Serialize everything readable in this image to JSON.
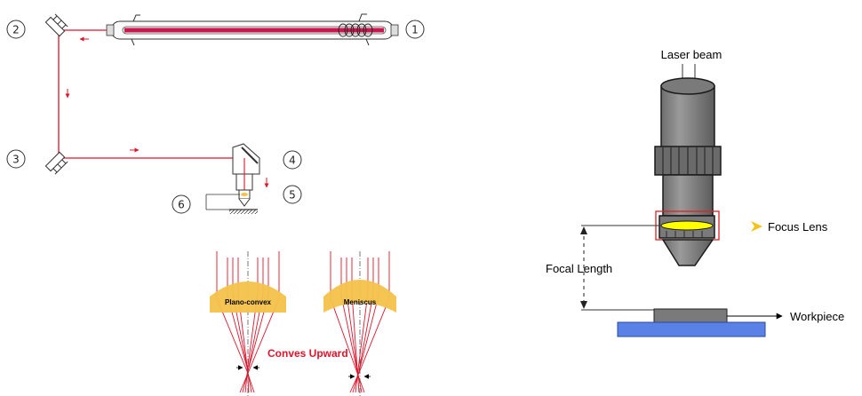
{
  "path_markers": [
    "1",
    "2",
    "3",
    "4",
    "5",
    "6"
  ],
  "lens_labels": {
    "plano_convex": "Plano-convex",
    "meniscus": "Meniscus",
    "convex_note": "Conves Upward"
  },
  "head_labels": {
    "laser_beam": "Laser beam",
    "focus_lens": "Focus Lens",
    "focal_length": "Focal Length",
    "workpiece": "Workpiece"
  },
  "colors": {
    "beam": "#e0142a",
    "tube_beam": "#c8184f",
    "lens_fill": "#f4c24a",
    "focus_lens": "#ffff00",
    "nozzle_body": "#8a8a8a",
    "workpiece_top": "#7a7a7a",
    "workpiece_base": "#5a82e6",
    "highlight_box": "#e02020"
  },
  "icons": [
    "mirror-icon",
    "focus-arrow-icon"
  ]
}
